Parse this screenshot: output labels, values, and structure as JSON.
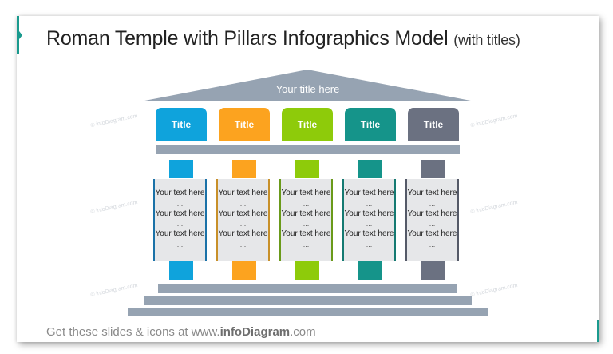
{
  "slide": {
    "title_main": "Roman Temple with Pillars Infographics Model",
    "title_sub": "(with titles)",
    "footer": {
      "prefix": "Get these slides & icons at www.",
      "brand": "infoDiagram",
      "suffix": ".com"
    },
    "watermark": "© infoDiagram.com"
  },
  "temple": {
    "roof_title": "Your title here",
    "roof_color": "#96a3b2",
    "pillars": [
      {
        "title": "Title",
        "color": "#0fa3dc",
        "border": "#1b72a8",
        "lines": [
          "Your text here",
          "...",
          "Your text here",
          "...",
          "Your text here",
          "..."
        ]
      },
      {
        "title": "Title",
        "color": "#fca31f",
        "border": "#c8902a",
        "lines": [
          "Your text here",
          "...",
          "Your text here",
          "...",
          "Your text here",
          "..."
        ]
      },
      {
        "title": "Title",
        "color": "#8ecb0a",
        "border": "#6a9a1a",
        "lines": [
          "Your text here",
          "...",
          "Your text here",
          "...",
          "Your text here",
          "..."
        ]
      },
      {
        "title": "Title",
        "color": "#15948a",
        "border": "#157a72",
        "lines": [
          "Your text here",
          "...",
          "Your text here",
          "...",
          "Your text here",
          "..."
        ]
      },
      {
        "title": "Title",
        "color": "#6b7181",
        "border": "#555a68",
        "lines": [
          "Your text here",
          "...",
          "Your text here",
          "...",
          "Your text here",
          "..."
        ]
      }
    ]
  }
}
